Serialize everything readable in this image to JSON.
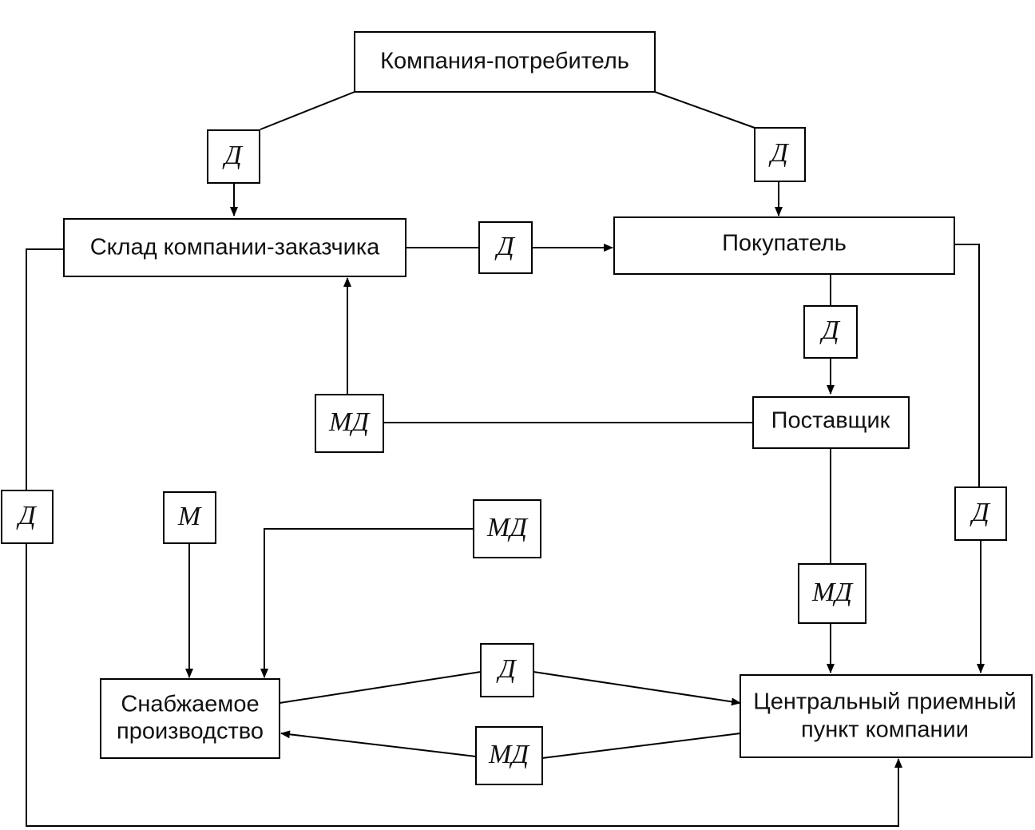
{
  "nodes": {
    "consumer": "Компания-потребитель",
    "warehouse": "Склад компании-заказчика",
    "buyer": "Покупатель",
    "supplier": "Поставщик",
    "production": [
      "Снабжаемое",
      "производство"
    ],
    "central": [
      "Центральный приемный",
      "пункт компании"
    ]
  },
  "flow_labels": {
    "d": "Д",
    "md": "МД",
    "m": "М"
  }
}
